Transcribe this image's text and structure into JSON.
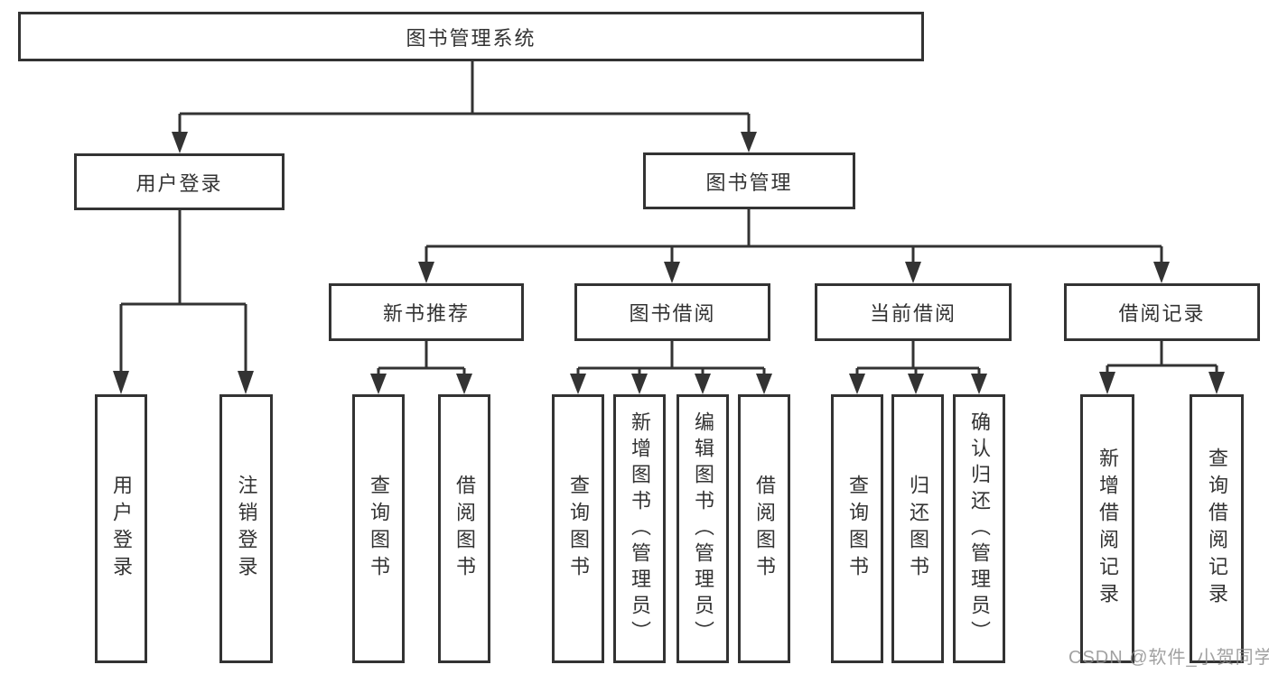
{
  "title": "图书管理系统",
  "watermark": "CSDN @软件_小贺同学",
  "colors": {
    "line": "#333333",
    "text": "#333333",
    "box_background": "#ffffff",
    "watermark": "#8c8c8c"
  },
  "tree": {
    "root": {
      "label": "图书管理系统"
    },
    "branches": [
      {
        "label": "用户登录",
        "children": [
          {
            "label": "用户登录"
          },
          {
            "label": "注销登录"
          }
        ]
      },
      {
        "label": "图书管理",
        "children": [
          {
            "label": "新书推荐",
            "children": [
              {
                "label": "查询图书"
              },
              {
                "label": "借阅图书"
              }
            ]
          },
          {
            "label": "图书借阅",
            "children": [
              {
                "label": "查询图书"
              },
              {
                "label": "新增图书（管理员）"
              },
              {
                "label": "编辑图书（管理员）"
              },
              {
                "label": "借阅图书"
              }
            ]
          },
          {
            "label": "当前借阅",
            "children": [
              {
                "label": "查询图书"
              },
              {
                "label": "归还图书"
              },
              {
                "label": "确认归还（管理员）"
              }
            ]
          },
          {
            "label": "借阅记录",
            "children": [
              {
                "label": "新增借阅记录"
              },
              {
                "label": "查询借阅记录"
              }
            ]
          }
        ]
      }
    ]
  }
}
